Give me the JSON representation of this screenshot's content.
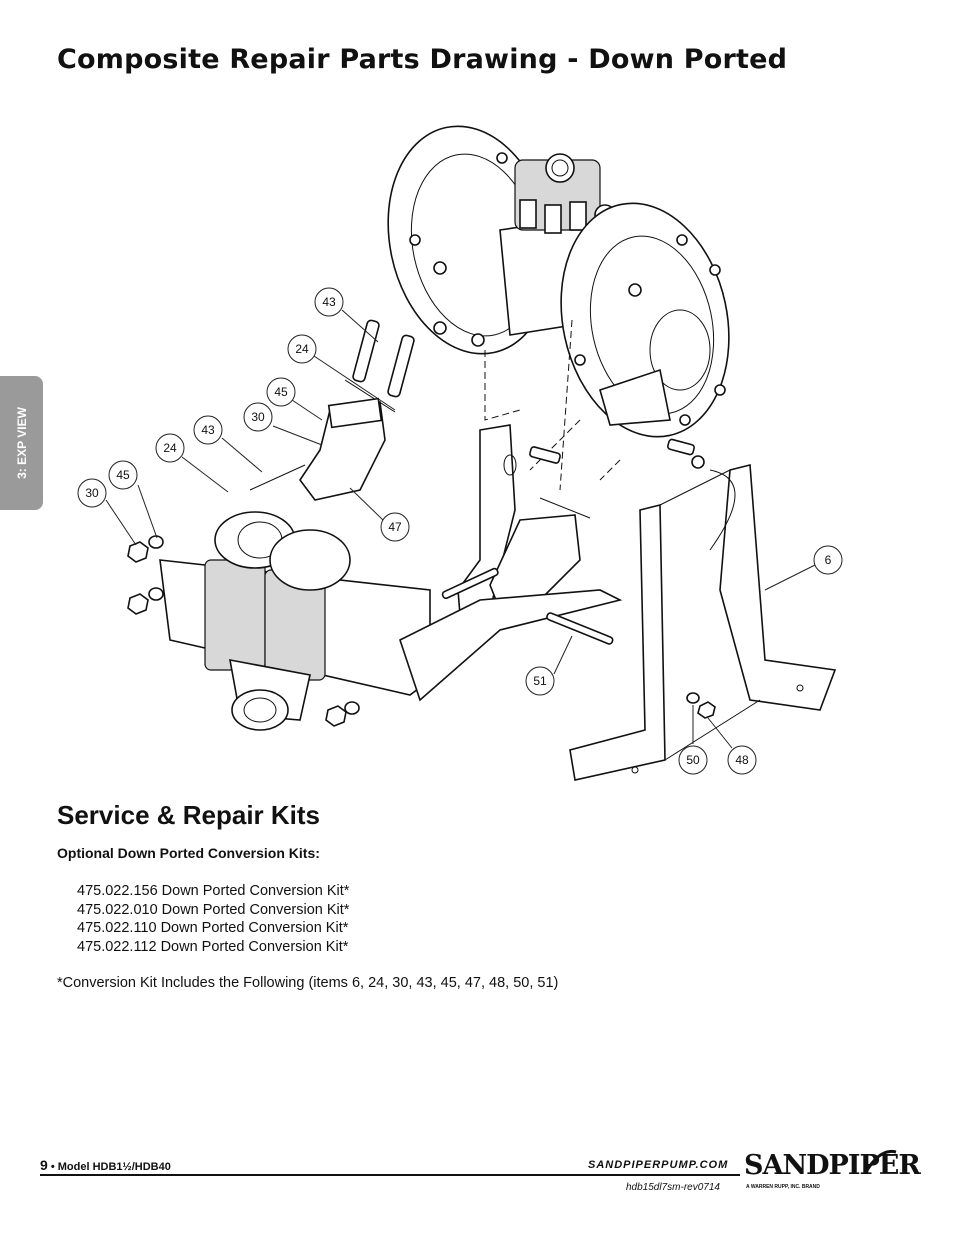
{
  "page": {
    "title": "Composite Repair Parts Drawing - Down Ported",
    "side_tab": "3: EXP VIEW"
  },
  "drawing": {
    "callouts": [
      "43",
      "24",
      "45",
      "30",
      "43",
      "24",
      "45",
      "30",
      "47",
      "6",
      "51",
      "50",
      "48"
    ]
  },
  "kits_section": {
    "heading": "Service & Repair Kits",
    "subheading": "Optional Down Ported Conversion Kits:",
    "kits": [
      "475.022.156 Down Ported Conversion Kit*",
      "475.022.010 Down Ported Conversion Kit*",
      "475.022.110 Down Ported Conversion Kit*",
      "475.022.112 Down Ported Conversion Kit*"
    ],
    "note": "*Conversion Kit Includes the Following (items 6, 24, 30, 43, 45, 47, 48, 50, 51)"
  },
  "footer": {
    "page_number": "9",
    "model": " • Model HDB1½/HDB40",
    "url": "SANDPIPERPUMP.COM",
    "revision": "hdb15dl7sm-rev0714",
    "logo_name": "SANDPIPER",
    "logo_tagline": "A WARREN RUPP, INC. BRAND"
  }
}
